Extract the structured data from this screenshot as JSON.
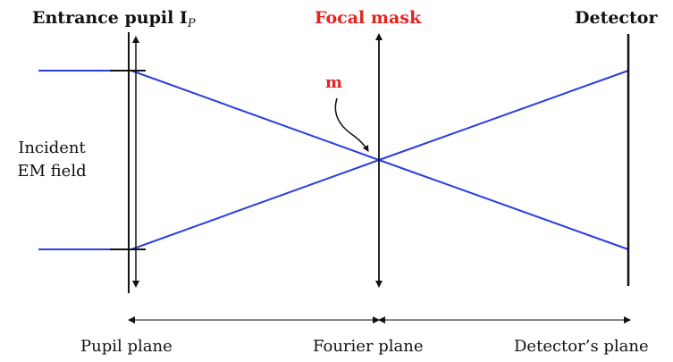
{
  "labels": {
    "entrance_pupil": "Entrance pupil I",
    "entrance_pupil_sub": "P",
    "focal_mask": "Focal mask",
    "detector": "Detector",
    "m": "m",
    "incident_line1": "Incident",
    "incident_line2": "EM field",
    "pupil_plane": "Pupil plane",
    "fourier_plane": "Fourier plane",
    "detector_plane": "Detector’s plane"
  },
  "colors": {
    "ray": "#2a3fe0",
    "accent": "#e8231f",
    "line": "#111111"
  }
}
